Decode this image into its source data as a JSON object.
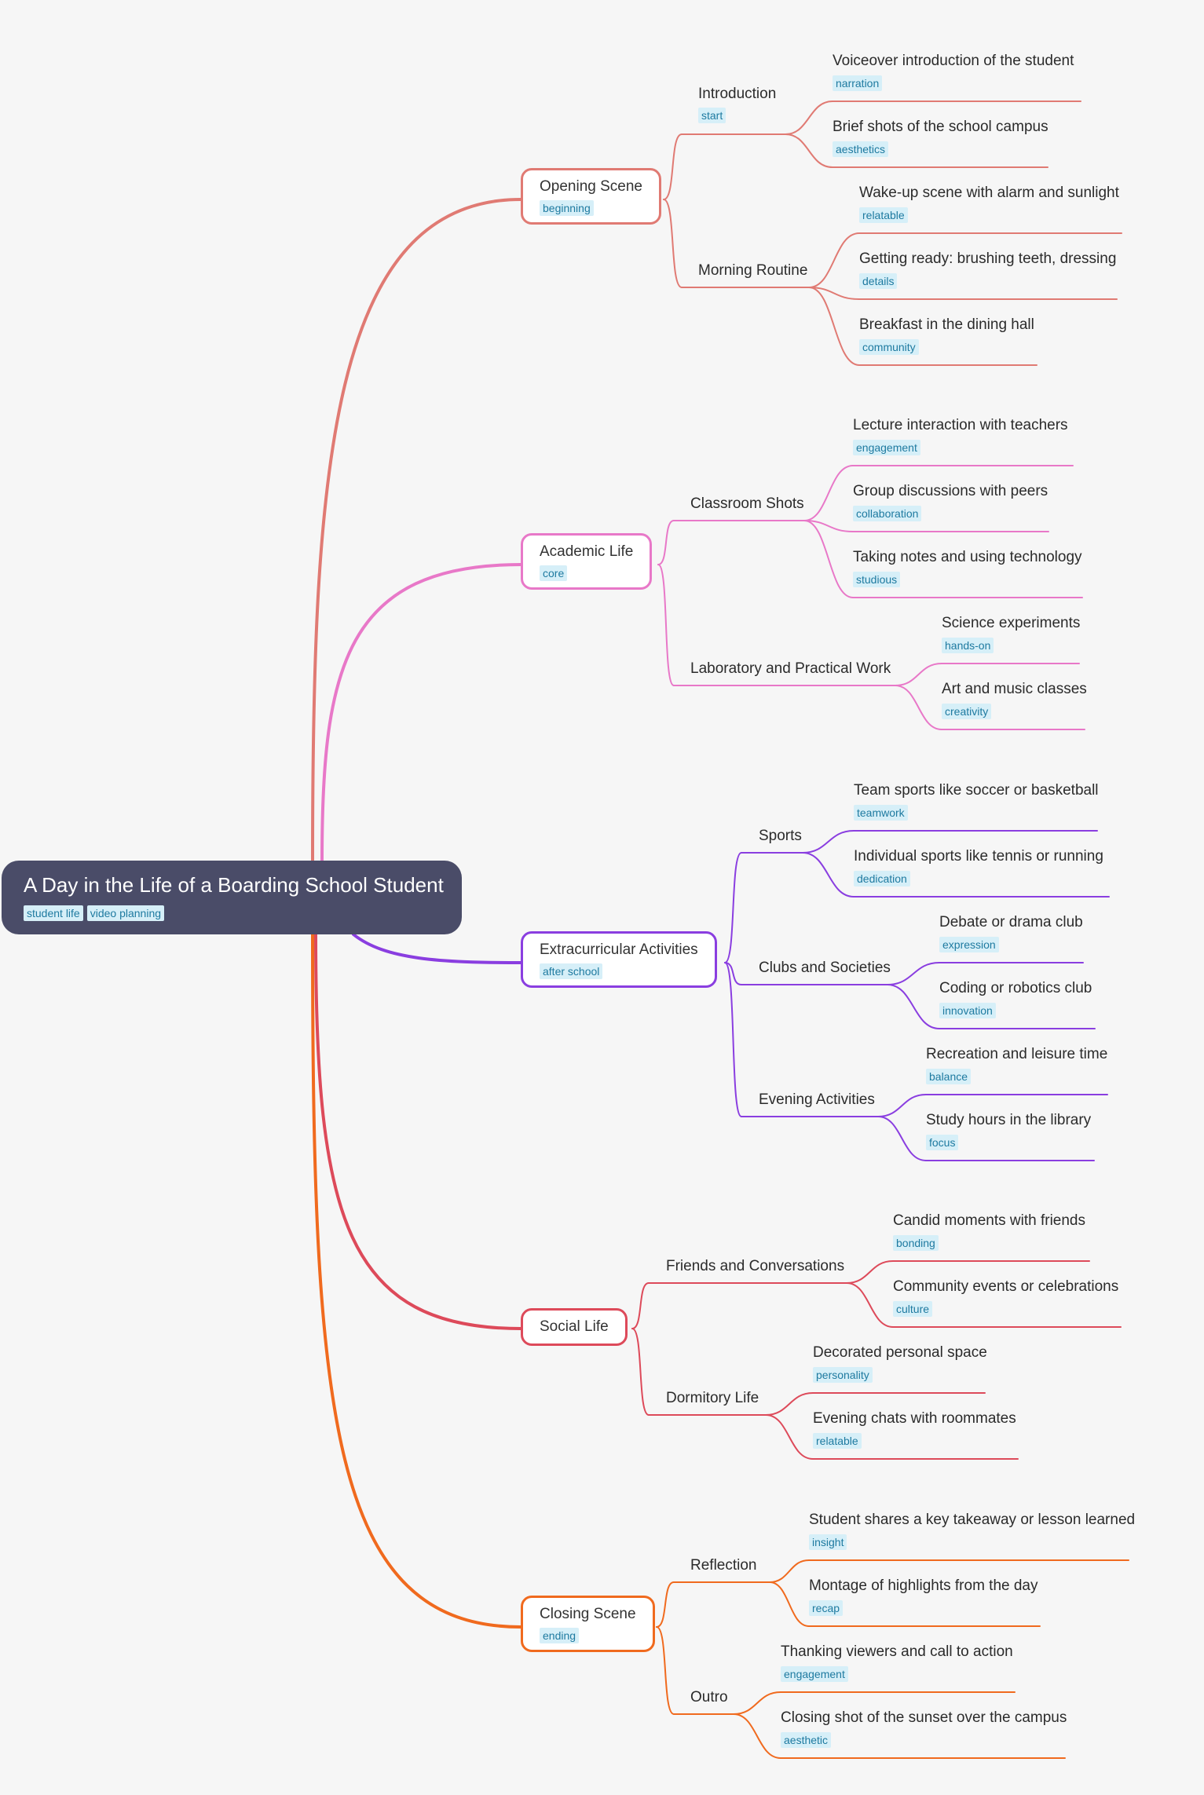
{
  "root": {
    "title": "A Day in the Life of a Boarding School Student",
    "tags": [
      "student life",
      "video planning"
    ]
  },
  "colors": {
    "opening": "#e07a73",
    "academic": "#e878c8",
    "extracurricular": "#8a3ee0",
    "social": "#dd4a5a",
    "closing": "#f06a1e"
  },
  "branches": [
    {
      "title": "Opening Scene",
      "tags": [
        "beginning"
      ],
      "subs": [
        {
          "title": "Introduction",
          "tags": [
            "start"
          ],
          "leaves": [
            {
              "title": "Voiceover introduction of the student",
              "tags": [
                "narration"
              ]
            },
            {
              "title": "Brief shots of the school campus",
              "tags": [
                "aesthetics"
              ]
            }
          ]
        },
        {
          "title": "Morning Routine",
          "tags": [],
          "leaves": [
            {
              "title": "Wake-up scene with alarm and sunlight",
              "tags": [
                "relatable"
              ]
            },
            {
              "title": "Getting ready: brushing teeth, dressing",
              "tags": [
                "details"
              ]
            },
            {
              "title": "Breakfast in the dining hall",
              "tags": [
                "community"
              ]
            }
          ]
        }
      ]
    },
    {
      "title": "Academic Life",
      "tags": [
        "core"
      ],
      "subs": [
        {
          "title": "Classroom Shots",
          "tags": [],
          "leaves": [
            {
              "title": "Lecture interaction with teachers",
              "tags": [
                "engagement"
              ]
            },
            {
              "title": "Group discussions with peers",
              "tags": [
                "collaboration"
              ]
            },
            {
              "title": "Taking notes and using technology",
              "tags": [
                "studious"
              ]
            }
          ]
        },
        {
          "title": "Laboratory and Practical Work",
          "tags": [],
          "leaves": [
            {
              "title": "Science experiments",
              "tags": [
                "hands-on"
              ]
            },
            {
              "title": "Art and music classes",
              "tags": [
                "creativity"
              ]
            }
          ]
        }
      ]
    },
    {
      "title": "Extracurricular Activities",
      "tags": [
        "after school"
      ],
      "subs": [
        {
          "title": "Sports",
          "tags": [],
          "leaves": [
            {
              "title": "Team sports like soccer or basketball",
              "tags": [
                "teamwork"
              ]
            },
            {
              "title": "Individual sports like tennis or running",
              "tags": [
                "dedication"
              ]
            }
          ]
        },
        {
          "title": "Clubs and Societies",
          "tags": [],
          "leaves": [
            {
              "title": "Debate or drama club",
              "tags": [
                "expression"
              ]
            },
            {
              "title": "Coding or robotics club",
              "tags": [
                "innovation"
              ]
            }
          ]
        },
        {
          "title": "Evening Activities",
          "tags": [],
          "leaves": [
            {
              "title": "Recreation and leisure time",
              "tags": [
                "balance"
              ]
            },
            {
              "title": "Study hours in the library",
              "tags": [
                "focus"
              ]
            }
          ]
        }
      ]
    },
    {
      "title": "Social Life",
      "tags": [],
      "subs": [
        {
          "title": "Friends and Conversations",
          "tags": [],
          "leaves": [
            {
              "title": "Candid moments with friends",
              "tags": [
                "bonding"
              ]
            },
            {
              "title": "Community events or celebrations",
              "tags": [
                "culture"
              ]
            }
          ]
        },
        {
          "title": "Dormitory Life",
          "tags": [],
          "leaves": [
            {
              "title": "Decorated personal space",
              "tags": [
                "personality"
              ]
            },
            {
              "title": "Evening chats with roommates",
              "tags": [
                "relatable"
              ]
            }
          ]
        }
      ]
    },
    {
      "title": "Closing Scene",
      "tags": [
        "ending"
      ],
      "subs": [
        {
          "title": "Reflection",
          "tags": [],
          "leaves": [
            {
              "title": "Student shares a key takeaway or lesson learned",
              "tags": [
                "insight"
              ]
            },
            {
              "title": "Montage of highlights from the day",
              "tags": [
                "recap"
              ]
            }
          ]
        },
        {
          "title": "Outro",
          "tags": [],
          "leaves": [
            {
              "title": "Thanking viewers and call to action",
              "tags": [
                "engagement"
              ]
            },
            {
              "title": "Closing shot of the sunset over the campus",
              "tags": [
                "aesthetic"
              ]
            }
          ]
        }
      ]
    }
  ]
}
